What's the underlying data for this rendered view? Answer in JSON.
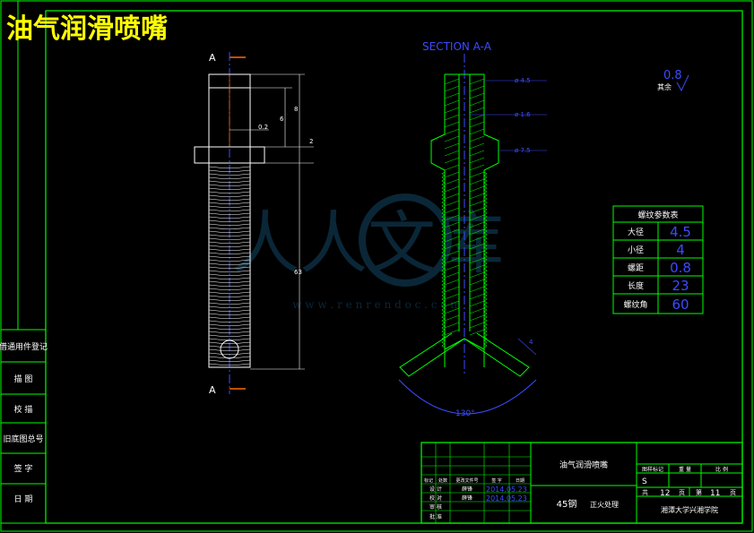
{
  "title": "油气润滑喷嘴",
  "section_a_label": "A",
  "section_title": "SECTION A-A",
  "dims": {
    "d45": "ø 4.5",
    "d16": "ø 1.6",
    "d75": "ø 7.5",
    "v02": "0.2",
    "v6": "6",
    "v8": "8",
    "v2": "2",
    "v63": "63",
    "v4": "4",
    "angle": "130°"
  },
  "roughness": {
    "value": "0.8",
    "label": "其余"
  },
  "thread_table": {
    "header": "螺纹参数表",
    "rows": [
      {
        "label": "大径",
        "value": "4.5"
      },
      {
        "label": "小径",
        "value": "4"
      },
      {
        "label": "螺距",
        "value": "0.8"
      },
      {
        "label": "长度",
        "value": "23"
      },
      {
        "label": "螺纹角",
        "value": "60"
      }
    ]
  },
  "left_strip": [
    "借通用件登记",
    "描 图",
    "校 描",
    "旧底图总号",
    "签 字",
    "日 期"
  ],
  "title_block": {
    "part_name": "油气润滑喷嘴",
    "material": "45钢",
    "treatment": "正火处理",
    "stage_label": "图样标记",
    "weight_label": "重 量",
    "scale_label": "比 例",
    "stage_value": "S",
    "sheet_total_prefix": "共",
    "sheet_total": "12",
    "sheet_total_suffix": "页",
    "sheet_no_prefix": "第",
    "sheet_no": "11",
    "sheet_no_suffix": "页",
    "school": "湘潭大学兴湘学院",
    "hdr_mark": "标记",
    "hdr_count": "处数",
    "hdr_doc": "更改文件号",
    "hdr_sign": "签 字",
    "hdr_date": "日期",
    "row_design": "设 计",
    "row_check": "校 对",
    "row_review": "审 核",
    "row_approve": "批 准",
    "designer": "薛锋",
    "checker": "薛锋",
    "date1": "2014.05.23",
    "date2": "2014.05.23"
  },
  "watermark": {
    "text": "人人文库",
    "url": "w w w . r e n r e n d o c . c o m"
  },
  "colors": {
    "yellow": "#ffff00",
    "green": "#00ff00",
    "blue": "#3c4bff",
    "white": "#ffffff"
  }
}
